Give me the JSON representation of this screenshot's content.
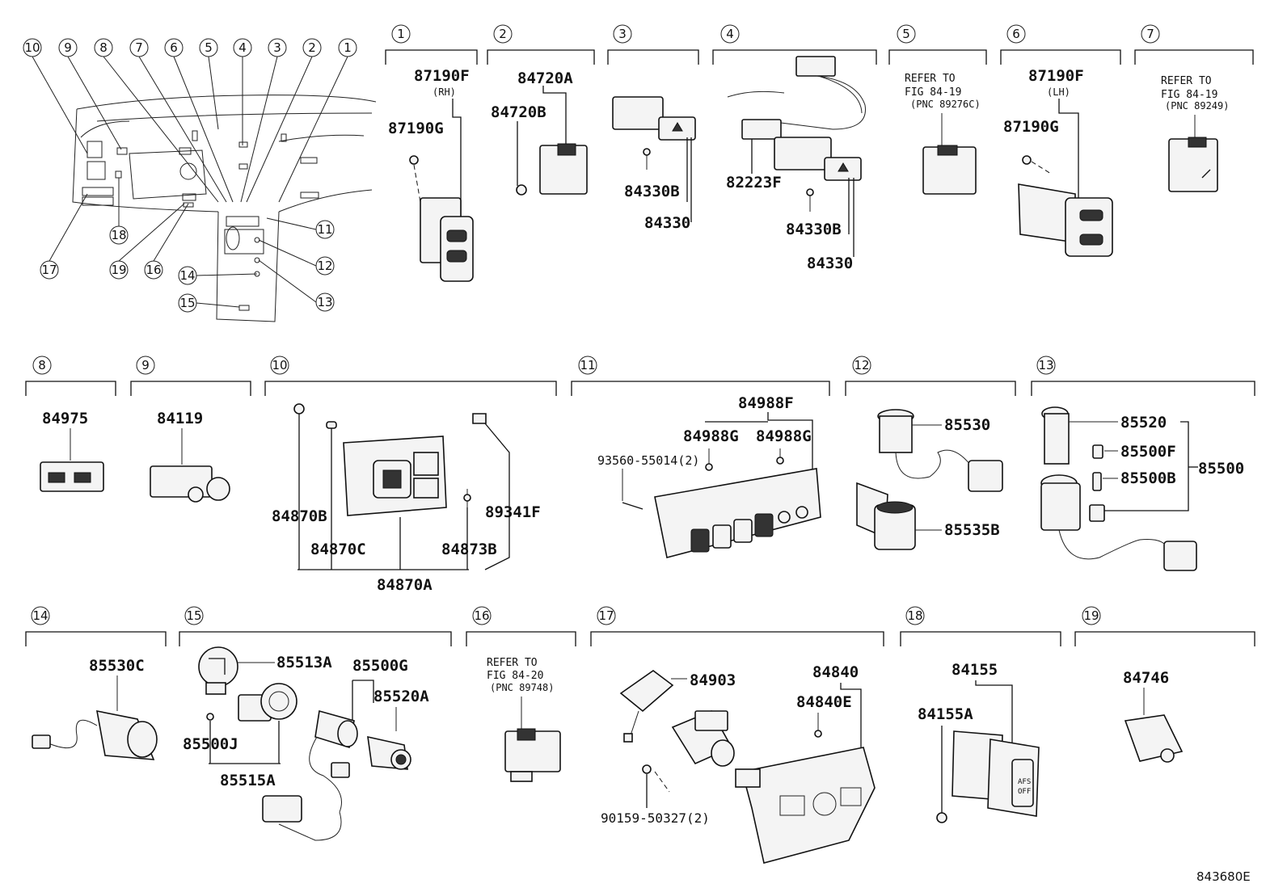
{
  "callouts": {
    "c1": "1",
    "c2": "2",
    "c3": "3",
    "c4": "4",
    "c5": "5",
    "c6": "6",
    "c7": "7",
    "c8": "8",
    "c9": "9",
    "c10": "10",
    "c11": "11",
    "c12": "12",
    "c13": "13",
    "c14": "14",
    "c15": "15",
    "c16": "16",
    "c17": "17",
    "c18": "18",
    "c19": "19"
  },
  "labels": {
    "p87190F_rh": "87190F",
    "rh": "(RH)",
    "p87190G_a": "87190G",
    "p84720A": "84720A",
    "p84720B": "84720B",
    "p84330B_a": "84330B",
    "p84330_a": "84330",
    "p82223F": "82223F",
    "p84330B_b": "84330B",
    "p84330_b": "84330",
    "refer5_1": "REFER TO",
    "refer5_2": "FIG 84-19",
    "refer5_3": "(PNC 89276C)",
    "p87190F_lh": "87190F",
    "lh": "(LH)",
    "p87190G_b": "87190G",
    "refer7_1": "REFER TO",
    "refer7_2": "FIG 84-19",
    "refer7_3": "(PNC 89249)",
    "p84975": "84975",
    "p84119": "84119",
    "p84870B": "84870B",
    "p84870C": "84870C",
    "p84870A": "84870A",
    "p84873B": "84873B",
    "p89341F": "89341F",
    "p84988F": "84988F",
    "p84988G_a": "84988G",
    "p84988G_b": "84988G",
    "p93560": "93560-55014(2)",
    "p85530": "85530",
    "p85535B": "85535B",
    "p85520": "85520",
    "p85500F": "85500F",
    "p85500B": "85500B",
    "p85500": "85500",
    "p85530C": "85530C",
    "p85513A": "85513A",
    "p85500G": "85500G",
    "p85520A": "85520A",
    "p85500J": "85500J",
    "p85515A": "85515A",
    "refer16_1": "REFER TO",
    "refer16_2": "FIG 84-20",
    "refer16_3": "(PNC 89748)",
    "p84903": "84903",
    "p84840": "84840",
    "p84840E": "84840E",
    "p90159": "90159-50327(2)",
    "p84155": "84155",
    "p84155A": "84155A",
    "afs_1": "AFS",
    "afs_2": "OFF",
    "p84746": "84746",
    "fig_id": "843680E"
  }
}
